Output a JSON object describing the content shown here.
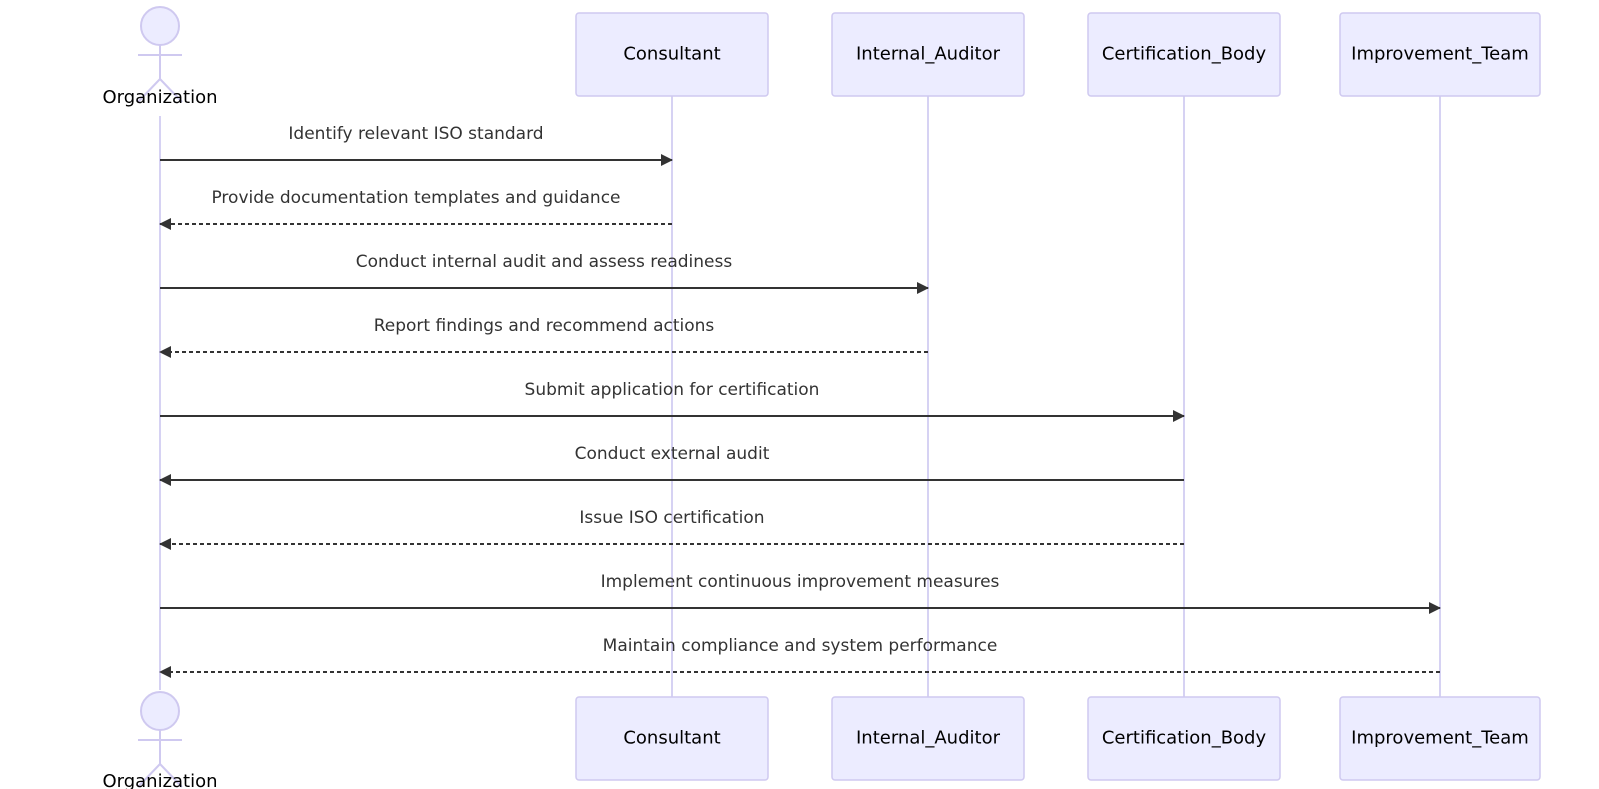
{
  "colors": {
    "participant_fill": "#ECECFF",
    "participant_stroke": "#CFC9F0",
    "lifeline": "#D6D2F3",
    "arrow": "#333333",
    "text": "#000000",
    "message_text": "#333333"
  },
  "participants": [
    {
      "id": "organization",
      "label": "Organization",
      "kind": "actor",
      "icon": "stick-figure-icon"
    },
    {
      "id": "consultant",
      "label": "Consultant",
      "kind": "box"
    },
    {
      "id": "internal_auditor",
      "label": "Internal_Auditor",
      "kind": "box"
    },
    {
      "id": "certification_body",
      "label": "Certification_Body",
      "kind": "box"
    },
    {
      "id": "improvement_team",
      "label": "Improvement_Team",
      "kind": "box"
    }
  ],
  "messages": [
    {
      "from": 0,
      "to": 1,
      "label": "Identify relevant ISO standard",
      "style": "solid"
    },
    {
      "from": 1,
      "to": 0,
      "label": "Provide documentation templates and guidance",
      "style": "dashed"
    },
    {
      "from": 0,
      "to": 2,
      "label": "Conduct internal audit and assess readiness",
      "style": "solid"
    },
    {
      "from": 2,
      "to": 0,
      "label": "Report findings and recommend actions",
      "style": "dashed"
    },
    {
      "from": 0,
      "to": 3,
      "label": "Submit application for certification",
      "style": "solid"
    },
    {
      "from": 3,
      "to": 0,
      "label": "Conduct external audit",
      "style": "solid"
    },
    {
      "from": 3,
      "to": 0,
      "label": "Issue ISO certification",
      "style": "dashed"
    },
    {
      "from": 0,
      "to": 4,
      "label": "Implement continuous improvement measures",
      "style": "solid"
    },
    {
      "from": 4,
      "to": 0,
      "label": "Maintain compliance and system performance",
      "style": "dashed"
    }
  ]
}
